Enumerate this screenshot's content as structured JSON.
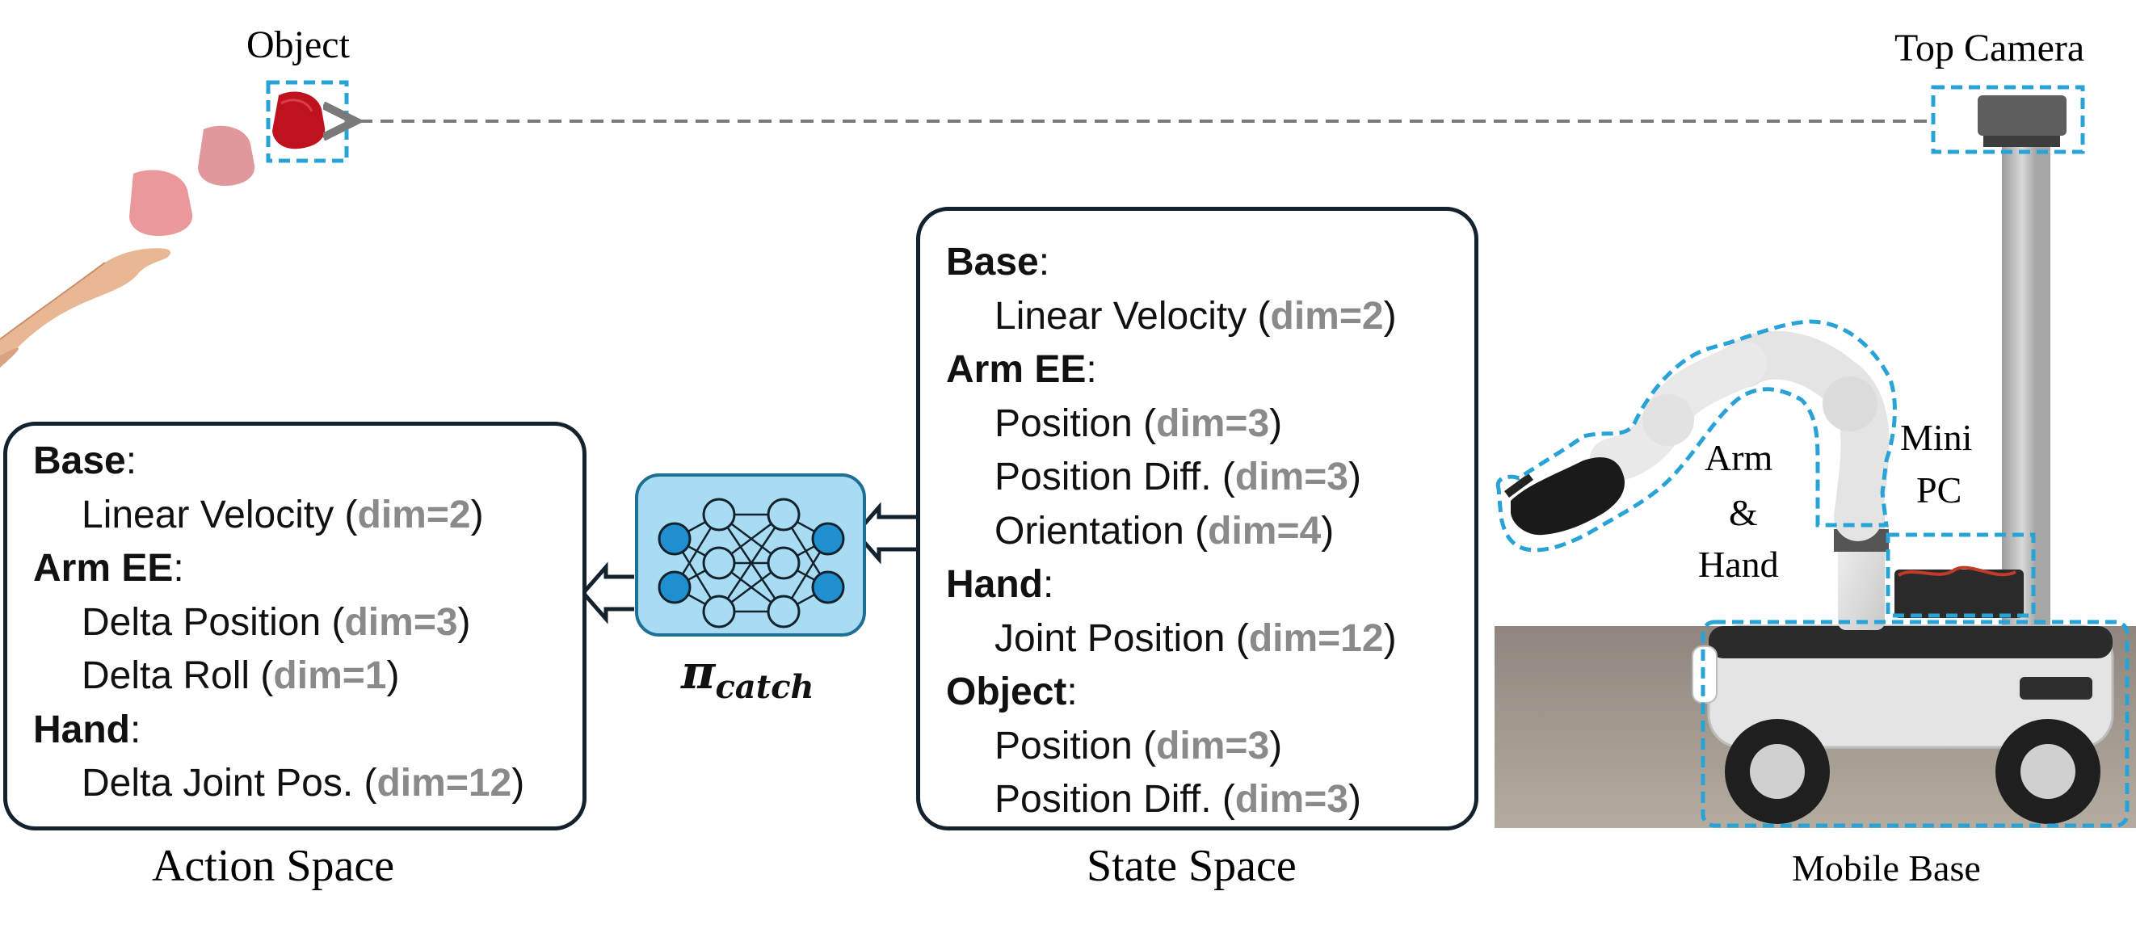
{
  "labels": {
    "object": "Object",
    "top_camera": "Top Camera",
    "arm": "Arm",
    "amp": "&",
    "hand": "Hand",
    "mini": "Mini",
    "pc": "PC",
    "mobile_base": "Mobile Base",
    "action_space": "Action Space",
    "state_space": "State Space",
    "policy_pi": "π",
    "policy_sub": "catch"
  },
  "state_space": {
    "items": [
      {
        "kind": "header",
        "name": "Base",
        "colon": ":"
      },
      {
        "kind": "item",
        "text": "Linear Velocity (",
        "dim": "dim=2",
        "close": ")"
      },
      {
        "kind": "header",
        "name": "Arm EE",
        "colon": ":"
      },
      {
        "kind": "item",
        "text": "Position (",
        "dim": "dim=3",
        "close": ")"
      },
      {
        "kind": "item",
        "text": "Position Diff. (",
        "dim": "dim=3",
        "close": ")"
      },
      {
        "kind": "item",
        "text": "Orientation (",
        "dim": "dim=4",
        "close": ")"
      },
      {
        "kind": "header",
        "name": "Hand",
        "colon": ":"
      },
      {
        "kind": "item",
        "text": "Joint Position (",
        "dim": "dim=12",
        "close": ")"
      },
      {
        "kind": "header",
        "name": "Object",
        "colon": ":"
      },
      {
        "kind": "item",
        "text": "Position (",
        "dim": "dim=3",
        "close": ")"
      },
      {
        "kind": "item",
        "text": "Position Diff. (",
        "dim": "dim=3",
        "close": ")"
      }
    ]
  },
  "action_space": {
    "items": [
      {
        "kind": "header",
        "name": "Base",
        "colon": ":"
      },
      {
        "kind": "item",
        "text": "Linear Velocity (",
        "dim": "dim=2",
        "close": ")"
      },
      {
        "kind": "header",
        "name": "Arm EE",
        "colon": ":"
      },
      {
        "kind": "item",
        "text": "Delta Position (",
        "dim": "dim=3",
        "close": ")"
      },
      {
        "kind": "item",
        "text": "Delta Roll (",
        "dim": "dim=1",
        "close": ")"
      },
      {
        "kind": "header",
        "name": "Hand",
        "colon": ":"
      },
      {
        "kind": "item",
        "text": "Delta Joint Pos. (",
        "dim": "dim=12",
        "close": ")"
      }
    ]
  },
  "colors": {
    "dashed_highlight": "#29a3d6",
    "object_red": "#c0121e",
    "trail_pink": "#e8868a",
    "network_fill": "#a8dcf3",
    "node_blue": "#1f8fd0",
    "box_border": "#14222e",
    "dim_gray": "#8a8a8a",
    "arrow_gray": "#7a7a7a"
  }
}
